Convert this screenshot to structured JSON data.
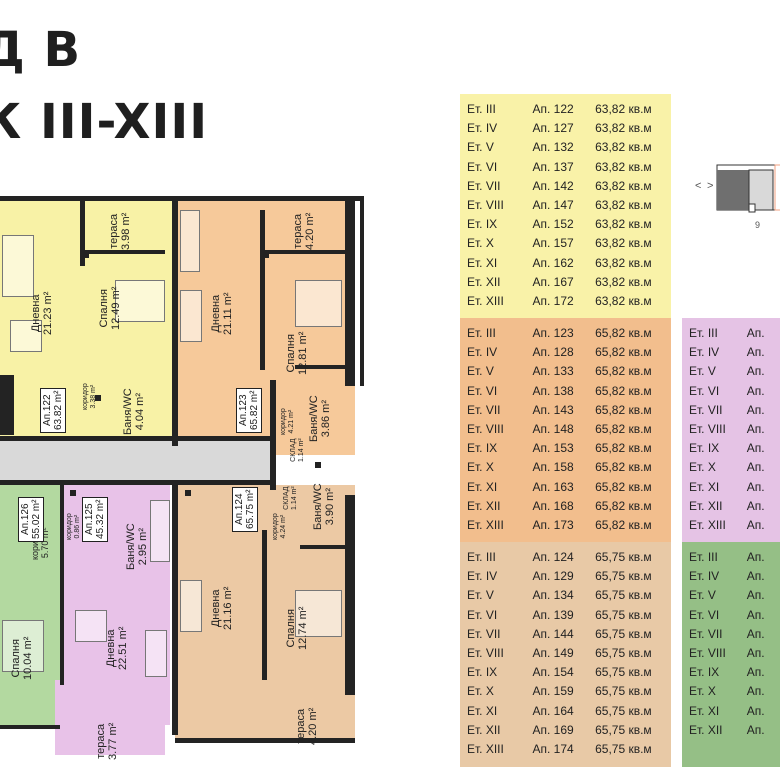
{
  "header": {
    "line1": "Д В",
    "line2": "К III-XIII"
  },
  "plan": {
    "rooms": [
      {
        "id": "r-dnevna-122",
        "name": "Дневна",
        "area": "21.23 m²"
      },
      {
        "id": "r-spalnya-122",
        "name": "Спалня",
        "area": "12.49 m²"
      },
      {
        "id": "r-terasa-122",
        "name": "тераса",
        "area": "3.98 m²"
      },
      {
        "id": "r-banya-122",
        "name": "Баня/WC",
        "area": "4.04 m²"
      },
      {
        "id": "r-koridor-122",
        "name": "коридор",
        "area": "3.38 m²"
      },
      {
        "id": "r-dnevna-123",
        "name": "Дневна",
        "area": "21.11 m²"
      },
      {
        "id": "r-spalnya-123",
        "name": "Спалня",
        "area": "12.81 m²"
      },
      {
        "id": "r-terasa-123",
        "name": "тераса",
        "area": "4.20 m²"
      },
      {
        "id": "r-banya-123",
        "name": "Баня/WC",
        "area": "3.86 m²"
      },
      {
        "id": "r-koridor-123",
        "name": "коридор",
        "area": "4.21 m²"
      },
      {
        "id": "r-sklad-123",
        "name": "СКЛАД",
        "area": "1.14 m²"
      },
      {
        "id": "r-sklad-124",
        "name": "СКЛАД",
        "area": "1.14 m²"
      },
      {
        "id": "r-banya-124",
        "name": "Баня/WC",
        "area": "3.90 m²"
      },
      {
        "id": "r-koridor-124",
        "name": "коридор",
        "area": "4.24 m²"
      },
      {
        "id": "r-dnevna-124",
        "name": "Дневна",
        "area": "21.16 m²"
      },
      {
        "id": "r-spalnya-124",
        "name": "Спалня",
        "area": "12.74 m²"
      },
      {
        "id": "r-terasa-124",
        "name": "тераса",
        "area": "4.20 m²"
      },
      {
        "id": "r-banya-125",
        "name": "Баня/WC",
        "area": "2.95 m²"
      },
      {
        "id": "r-dnevna-125",
        "name": "Дневна",
        "area": "22.51 m²"
      },
      {
        "id": "r-terasa-125",
        "name": "тераса",
        "area": "3.77 m²"
      },
      {
        "id": "r-koridor-126",
        "name": "коридор",
        "area": "5.70 m²"
      },
      {
        "id": "r-spalnya-126",
        "name": "Спалня",
        "area": "10.04 m²"
      },
      {
        "id": "r-koridor-125",
        "name": "коридор",
        "area": "0.86 m²"
      }
    ],
    "apts": [
      {
        "id": "a122",
        "no": "Ап.122",
        "area": "63.82 m²"
      },
      {
        "id": "a123",
        "no": "Ап.123",
        "area": "65.82 m²"
      },
      {
        "id": "a124",
        "no": "Ап.124",
        "area": "65.75 m²"
      },
      {
        "id": "a125",
        "no": "Ап.125",
        "area": "45.32 m²"
      },
      {
        "id": "a126",
        "no": "Ап.126",
        "area": "55.02 m²"
      }
    ],
    "colors": {
      "yellow": "#f8f2a6",
      "orange": "#f6c99a",
      "tan": "#ecc9a4",
      "pink": "#e8c2e8",
      "green": "#b3d9a0"
    }
  },
  "tables": {
    "yellow": [
      [
        "Ет. III",
        "Ап. 122",
        "63,82 кв.м"
      ],
      [
        "Ет. IV",
        "Ап. 127",
        "63,82 кв.м"
      ],
      [
        "Ет. V",
        "Ап. 132",
        "63,82 кв.м"
      ],
      [
        "Ет. VI",
        "Ап. 137",
        "63,82 кв.м"
      ],
      [
        "Ет. VII",
        "Ап. 142",
        "63,82 кв.м"
      ],
      [
        "Ет. VIII",
        "Ап. 147",
        "63,82 кв.м"
      ],
      [
        "Ет. IX",
        "Ап. 152",
        "63,82 кв.м"
      ],
      [
        "Ет. X",
        "Ап. 157",
        "63,82 кв.м"
      ],
      [
        "Ет. XI",
        "Ап. 162",
        "63,82 кв.м"
      ],
      [
        "Ет. XII",
        "Ап. 167",
        "63,82 кв.м"
      ],
      [
        "Ет. XIII",
        "Ап. 172",
        "63,82 кв.м"
      ]
    ],
    "orange": [
      [
        "Ет. III",
        "Ап. 123",
        "65,82 кв.м"
      ],
      [
        "Ет. IV",
        "Ап. 128",
        "65,82 кв.м"
      ],
      [
        "Ет. V",
        "Ап. 133",
        "65,82 кв.м"
      ],
      [
        "Ет. VI",
        "Ап. 138",
        "65,82 кв.м"
      ],
      [
        "Ет. VII",
        "Ап. 143",
        "65,82 кв.м"
      ],
      [
        "Ет. VIII",
        "Ап. 148",
        "65,82 кв.м"
      ],
      [
        "Ет. IX",
        "Ап. 153",
        "65,82 кв.м"
      ],
      [
        "Ет. X",
        "Ап. 158",
        "65,82 кв.м"
      ],
      [
        "Ет. XI",
        "Ап. 163",
        "65,82 кв.м"
      ],
      [
        "Ет. XII",
        "Ап. 168",
        "65,82 кв.м"
      ],
      [
        "Ет. XIII",
        "Ап. 173",
        "65,82 кв.м"
      ]
    ],
    "pink": [
      [
        "Ет. III",
        "Ап."
      ],
      [
        "Ет. IV",
        "Ап."
      ],
      [
        "Ет. V",
        "Ап."
      ],
      [
        "Ет. VI",
        "Ап."
      ],
      [
        "Ет. VII",
        "Ап."
      ],
      [
        "Ет. VIII",
        "Ап."
      ],
      [
        "Ет. IX",
        "Ап."
      ],
      [
        "Ет. X",
        "Ап."
      ],
      [
        "Ет. XI",
        "Ап."
      ],
      [
        "Ет. XII",
        "Ап."
      ],
      [
        "Ет. XIII",
        "Ап."
      ]
    ],
    "tan": [
      [
        "Ет. III",
        "Ап. 124",
        "65,75 кв.м"
      ],
      [
        "Ет. IV",
        "Ап. 129",
        "65,75 кв.м"
      ],
      [
        "Ет. V",
        "Ап. 134",
        "65,75 кв.м"
      ],
      [
        "Ет. VI",
        "Ап. 139",
        "65,75 кв.м"
      ],
      [
        "Ет. VII",
        "Ап. 144",
        "65,75 кв.м"
      ],
      [
        "Ет. VIII",
        "Ап. 149",
        "65,75 кв.м"
      ],
      [
        "Ет. IX",
        "Ап. 154",
        "65,75 кв.м"
      ],
      [
        "Ет. X",
        "Ап. 159",
        "65,75 кв.м"
      ],
      [
        "Ет. XI",
        "Ап. 164",
        "65,75 кв.м"
      ],
      [
        "Ет. XII",
        "Ап. 169",
        "65,75 кв.м"
      ],
      [
        "Ет. XIII",
        "Ап. 174",
        "65,75 кв.м"
      ]
    ],
    "green": [
      [
        "Ет. III",
        "Ап."
      ],
      [
        "Ет. IV",
        "Ап."
      ],
      [
        "Ет. V",
        "Ап."
      ],
      [
        "Ет. VI",
        "Ап."
      ],
      [
        "Ет. VII",
        "Ап."
      ],
      [
        "Ет. VIII",
        "Ап."
      ],
      [
        "Ет. IX",
        "Ап."
      ],
      [
        "Ет. X",
        "Ап."
      ],
      [
        "Ет. XI",
        "Ап."
      ],
      [
        "Ет. XII",
        "Ап."
      ]
    ]
  },
  "keyplan": {
    "left_arrow": "<",
    "right_arrow": ">",
    "marker": "9"
  }
}
